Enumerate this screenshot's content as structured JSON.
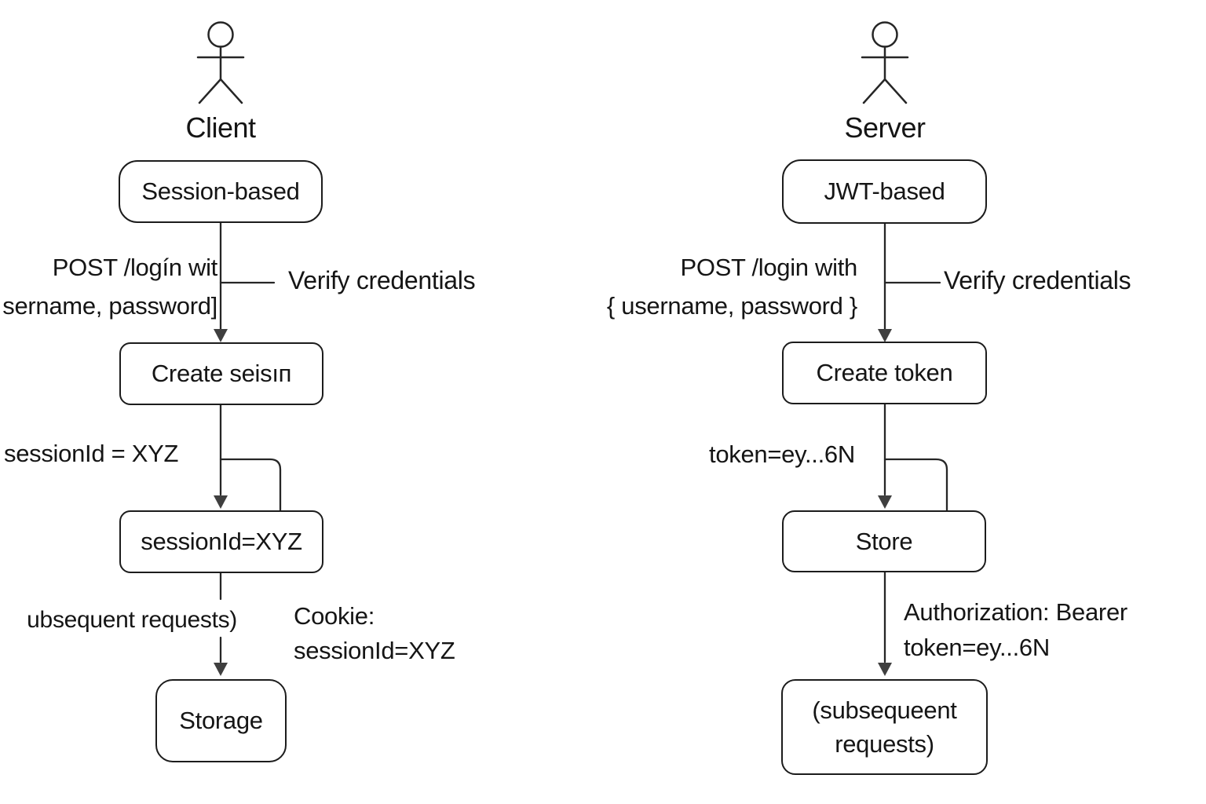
{
  "colors": {
    "background": "#ffffff",
    "line": "#262626",
    "arrowhead": "#3f3f3f",
    "text": "#151515"
  },
  "left": {
    "actor": "Client",
    "title": "Session-based",
    "request_line1": "POST /logín wit",
    "request_line2": "sername, password]",
    "verify": "Verify credentials",
    "create": "Create seisıп",
    "session_id_label": "sessionId = XYZ",
    "session_box": "sessionId=XYZ",
    "subsequent_label": "ubsequent requests)",
    "cookie_line1": "Cookie:",
    "cookie_line2": "sessionId=XYZ",
    "storage": "Storage"
  },
  "right": {
    "actor": "Server",
    "title": "JWT-based",
    "request_line1": "POST /login with",
    "request_line2": "{ username, password }",
    "verify": "Verify credentials",
    "create": "Create token",
    "token_label": "token=ey...6N",
    "store": "Store",
    "auth_line1": "Authorization: Bearer",
    "auth_line2": "token=ey...6N",
    "subsequent_line1": "(subsequeent",
    "subsequent_line2": "requests)"
  }
}
